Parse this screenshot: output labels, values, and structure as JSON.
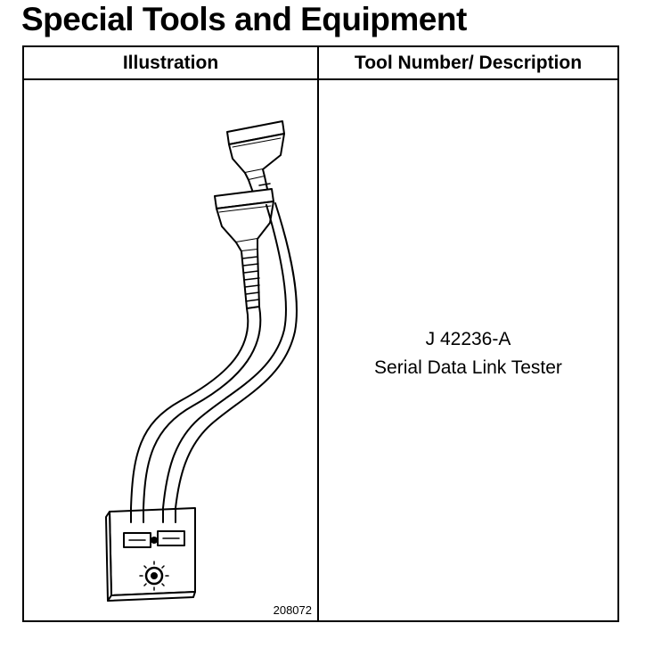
{
  "document": {
    "title": "Special Tools and Equipment"
  },
  "table": {
    "headers": {
      "illustration": "Illustration",
      "tool": "Tool Number/ Description"
    },
    "rows": [
      {
        "figure_number": "208072",
        "tool_number": "J 42236-A",
        "description": "Serial Data Link Tester"
      }
    ]
  }
}
